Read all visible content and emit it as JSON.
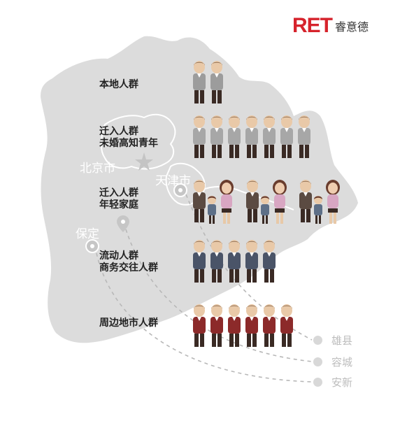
{
  "logo": {
    "mark": "RET",
    "name": "睿意德"
  },
  "map": {
    "cities": {
      "beijing": "北京市",
      "tianjin": "天津市",
      "baoding": "保定"
    }
  },
  "groups": [
    {
      "line1": "本地人群",
      "line2": "",
      "people": 2
    },
    {
      "line1": "迁入人群",
      "line2": "未婚高知青年",
      "people": 7
    },
    {
      "line1": "迁入人群",
      "line2": "年轻家庭",
      "families": 3
    },
    {
      "line1": "流动人群",
      "line2": "商务交往人群",
      "people": 5
    },
    {
      "line1": "周边地市人群",
      "line2": "",
      "people": 6
    }
  ],
  "destinations": [
    "雄县",
    "容城",
    "安新"
  ],
  "colors": {
    "brand": "#d6232c",
    "map": "#dcdcdc",
    "suit_local": "#9c9c9c",
    "suit_migrant": "#a7a7a7",
    "suit_floating": "#4a5468",
    "suit_peripheral": "#8c2a2a",
    "family_man": "#5b4b42",
    "family_woman": "#d8a6c2"
  }
}
